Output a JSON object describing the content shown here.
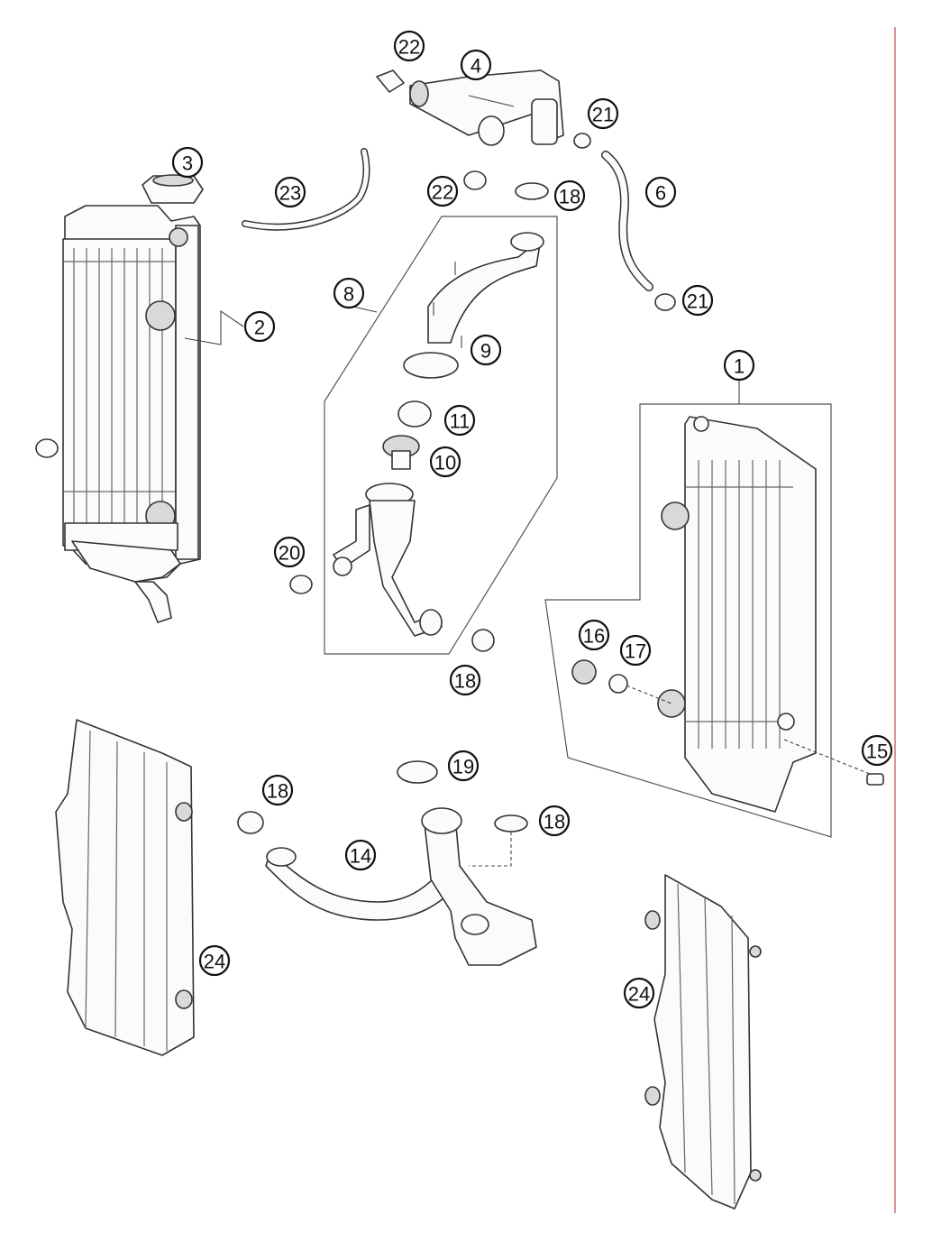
{
  "diagram": {
    "accent_colors": {
      "border_line": "#cc6666",
      "line": "#333333"
    },
    "callouts": [
      {
        "id": "c1",
        "label": "1"
      },
      {
        "id": "c2",
        "label": "2"
      },
      {
        "id": "c3",
        "label": "3"
      },
      {
        "id": "c4",
        "label": "4"
      },
      {
        "id": "c6",
        "label": "6"
      },
      {
        "id": "c8",
        "label": "8"
      },
      {
        "id": "c9",
        "label": "9"
      },
      {
        "id": "c10",
        "label": "10"
      },
      {
        "id": "c11",
        "label": "11"
      },
      {
        "id": "c14",
        "label": "14"
      },
      {
        "id": "c15",
        "label": "15"
      },
      {
        "id": "c16",
        "label": "16"
      },
      {
        "id": "c17",
        "label": "17"
      },
      {
        "id": "c18a",
        "label": "18"
      },
      {
        "id": "c18b",
        "label": "18"
      },
      {
        "id": "c18c",
        "label": "18"
      },
      {
        "id": "c18d",
        "label": "18"
      },
      {
        "id": "c19",
        "label": "19"
      },
      {
        "id": "c20",
        "label": "20"
      },
      {
        "id": "c21a",
        "label": "21"
      },
      {
        "id": "c21b",
        "label": "21"
      },
      {
        "id": "c22a",
        "label": "22"
      },
      {
        "id": "c22b",
        "label": "22"
      },
      {
        "id": "c23",
        "label": "23"
      },
      {
        "id": "c24a",
        "label": "24"
      },
      {
        "id": "c24b",
        "label": "24"
      }
    ]
  }
}
